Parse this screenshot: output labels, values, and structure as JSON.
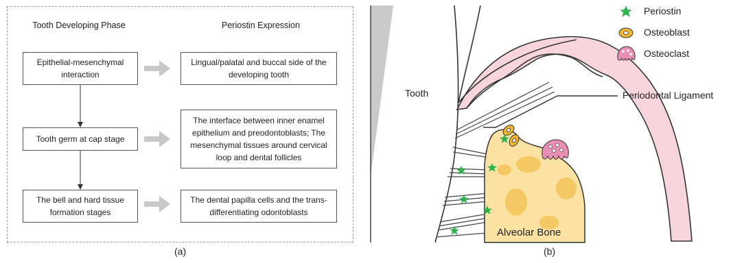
{
  "panel_a": {
    "header_left": "Tooth Developing Phase",
    "header_right": "Periostin Expression",
    "phases": [
      "Epithelial-mesenchymal interaction",
      "Tooth germ at cap stage",
      "The bell and hard tissue formation stages"
    ],
    "expressions": [
      "Lingual/palatal and buccal side of the developing tooth",
      "The interface between inner enamel epithelium and preodontoblasts; The mesenchymal tissues around cervical loop and dental follicles",
      "The dental papilla cells and the trans-differentiating odontoblasts"
    ],
    "caption": "(a)"
  },
  "panel_b": {
    "legend": [
      {
        "label": "Periostin",
        "icon": "star-icon",
        "color": "#2db34a"
      },
      {
        "label": "Osteoblast",
        "icon": "osteoblast-icon",
        "color": "#f2b632"
      },
      {
        "label": "Osteoclast",
        "icon": "osteoclast-icon",
        "color": "#e98fb4"
      }
    ],
    "labels": {
      "tooth": "Tooth",
      "ligament": "Periodontal Ligament",
      "bone": "Alveolar Bone"
    },
    "caption": "(b)"
  },
  "colors": {
    "bone_fill": "#fbe2a3",
    "bone_spot": "#f4c862",
    "gum_fill": "#f8d5dc",
    "gum_stroke": "#333333",
    "star": "#2db34a",
    "arrow_fill": "#c8c8c8"
  }
}
